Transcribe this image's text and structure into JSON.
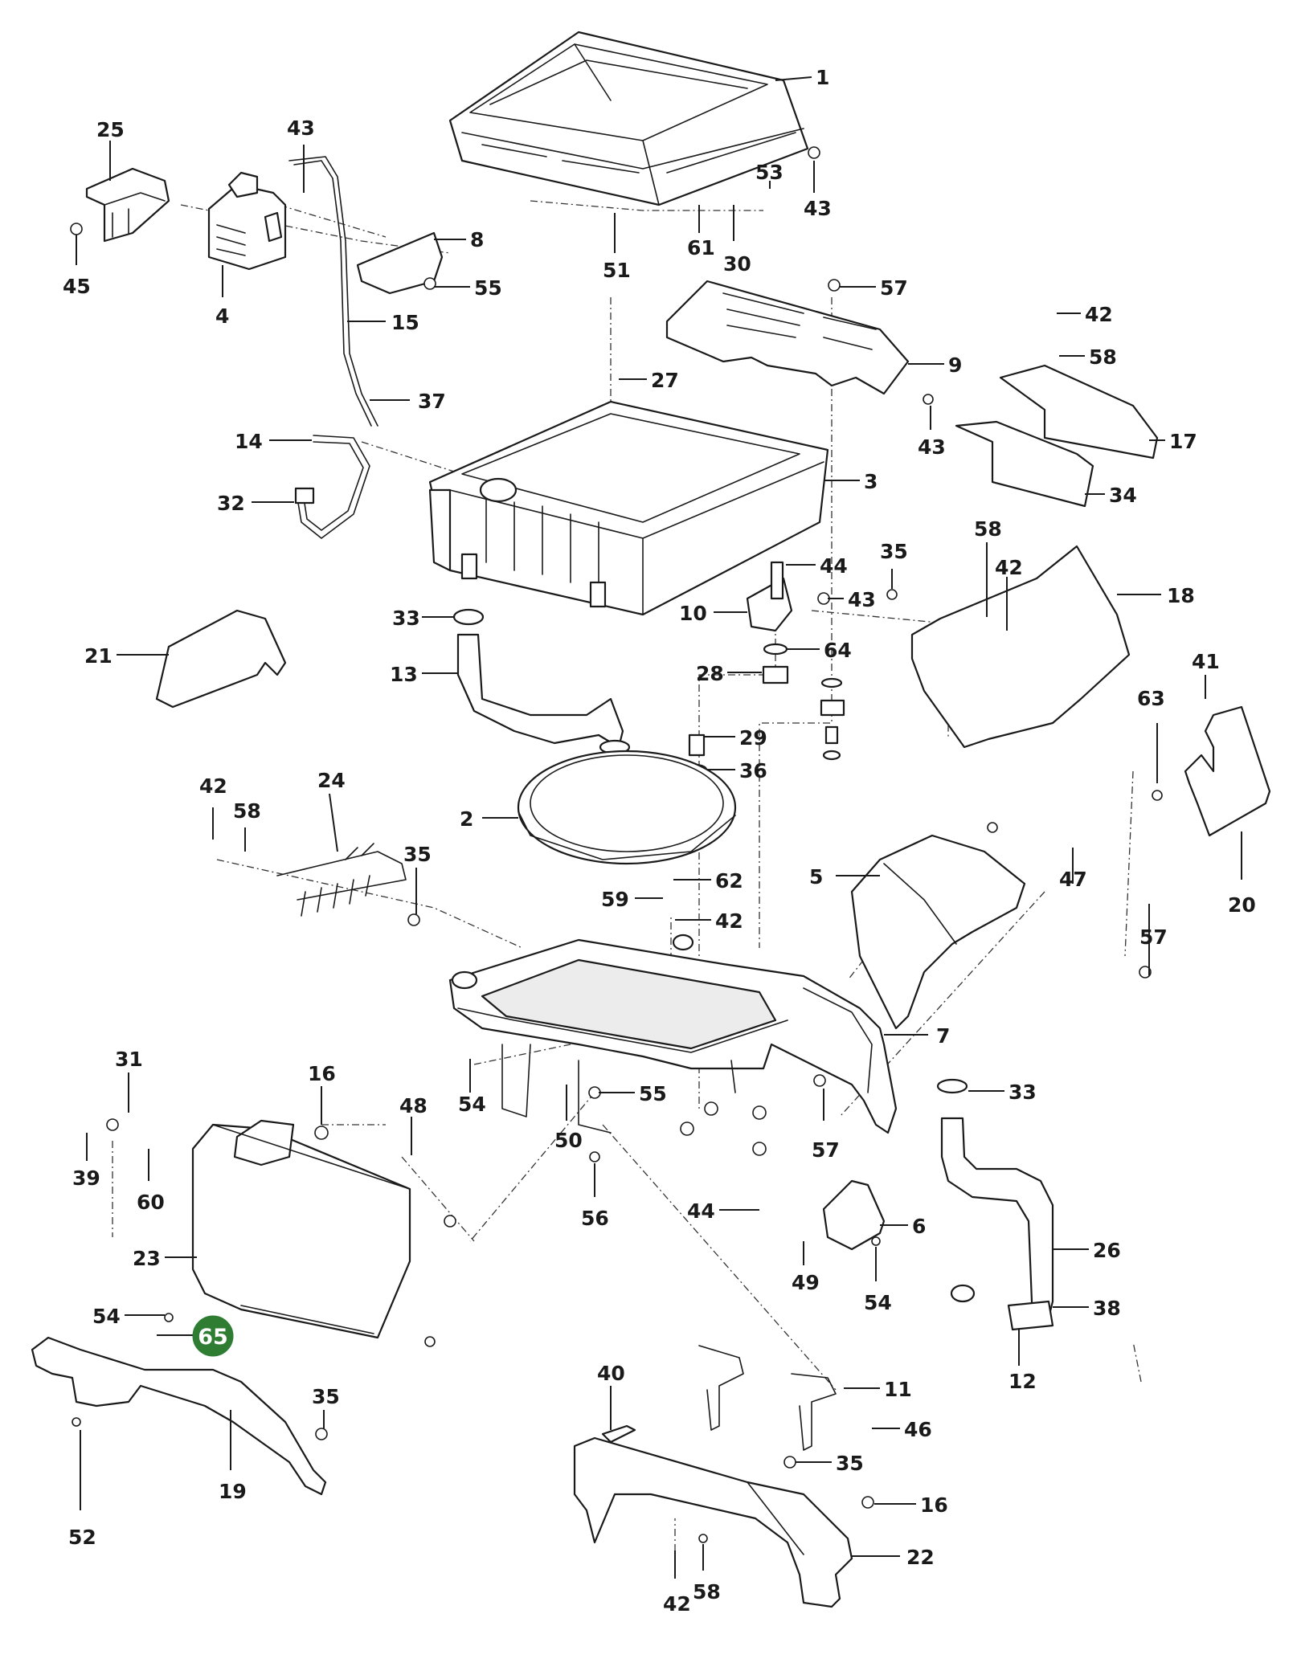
{
  "diagram": {
    "highlight": {
      "part_number": "65",
      "color": "#2e7d32"
    },
    "callouts": [
      {
        "id": "c1",
        "text": "1"
      },
      {
        "id": "c43a",
        "text": "43"
      },
      {
        "id": "c53",
        "text": "53"
      },
      {
        "id": "c61",
        "text": "61"
      },
      {
        "id": "c30",
        "text": "30"
      },
      {
        "id": "c51",
        "text": "51"
      },
      {
        "id": "c25",
        "text": "25"
      },
      {
        "id": "c43b",
        "text": "43"
      },
      {
        "id": "c8",
        "text": "8"
      },
      {
        "id": "c55a",
        "text": "55"
      },
      {
        "id": "c45",
        "text": "45"
      },
      {
        "id": "c4",
        "text": "4"
      },
      {
        "id": "c15",
        "text": "15"
      },
      {
        "id": "c37",
        "text": "37"
      },
      {
        "id": "c57a",
        "text": "57"
      },
      {
        "id": "c9",
        "text": "9"
      },
      {
        "id": "c43c",
        "text": "43"
      },
      {
        "id": "c42a",
        "text": "42"
      },
      {
        "id": "c58a",
        "text": "58"
      },
      {
        "id": "c17",
        "text": "17"
      },
      {
        "id": "c34",
        "text": "34"
      },
      {
        "id": "c27",
        "text": "27"
      },
      {
        "id": "c14",
        "text": "14"
      },
      {
        "id": "c32",
        "text": "32"
      },
      {
        "id": "c3",
        "text": "3"
      },
      {
        "id": "c44a",
        "text": "44"
      },
      {
        "id": "c43d",
        "text": "43"
      },
      {
        "id": "c10",
        "text": "10"
      },
      {
        "id": "c64",
        "text": "64"
      },
      {
        "id": "c28",
        "text": "28"
      },
      {
        "id": "c33a",
        "text": "33"
      },
      {
        "id": "c13",
        "text": "13"
      },
      {
        "id": "c21",
        "text": "21"
      },
      {
        "id": "c35a",
        "text": "35"
      },
      {
        "id": "c58b",
        "text": "58"
      },
      {
        "id": "c42b",
        "text": "42"
      },
      {
        "id": "c18",
        "text": "18"
      },
      {
        "id": "c41",
        "text": "41"
      },
      {
        "id": "c63",
        "text": "63"
      },
      {
        "id": "c29",
        "text": "29"
      },
      {
        "id": "c36",
        "text": "36"
      },
      {
        "id": "c2",
        "text": "2"
      },
      {
        "id": "c42c",
        "text": "42"
      },
      {
        "id": "c58c",
        "text": "58"
      },
      {
        "id": "c24",
        "text": "24"
      },
      {
        "id": "c35b",
        "text": "35"
      },
      {
        "id": "c62",
        "text": "62"
      },
      {
        "id": "c59",
        "text": "59"
      },
      {
        "id": "c42d",
        "text": "42"
      },
      {
        "id": "c5",
        "text": "5"
      },
      {
        "id": "c47",
        "text": "47"
      },
      {
        "id": "c20",
        "text": "20"
      },
      {
        "id": "c57b",
        "text": "57"
      },
      {
        "id": "c7",
        "text": "7"
      },
      {
        "id": "c31",
        "text": "31"
      },
      {
        "id": "c16a",
        "text": "16"
      },
      {
        "id": "c48",
        "text": "48"
      },
      {
        "id": "c54a",
        "text": "54"
      },
      {
        "id": "c55b",
        "text": "55"
      },
      {
        "id": "c50",
        "text": "50"
      },
      {
        "id": "c57c",
        "text": "57"
      },
      {
        "id": "c33b",
        "text": "33"
      },
      {
        "id": "c39",
        "text": "39"
      },
      {
        "id": "c60",
        "text": "60"
      },
      {
        "id": "c23",
        "text": "23"
      },
      {
        "id": "c56",
        "text": "56"
      },
      {
        "id": "c44b",
        "text": "44"
      },
      {
        "id": "c6",
        "text": "6"
      },
      {
        "id": "c49",
        "text": "49"
      },
      {
        "id": "c54b",
        "text": "54"
      },
      {
        "id": "c26",
        "text": "26"
      },
      {
        "id": "c38",
        "text": "38"
      },
      {
        "id": "c12",
        "text": "12"
      },
      {
        "id": "c54c",
        "text": "54"
      },
      {
        "id": "c40",
        "text": "40"
      },
      {
        "id": "c11",
        "text": "11"
      },
      {
        "id": "c46",
        "text": "46"
      },
      {
        "id": "c35c",
        "text": "35"
      },
      {
        "id": "c35d",
        "text": "35"
      },
      {
        "id": "c19",
        "text": "19"
      },
      {
        "id": "c52",
        "text": "52"
      },
      {
        "id": "c16b",
        "text": "16"
      },
      {
        "id": "c22",
        "text": "22"
      },
      {
        "id": "c42e",
        "text": "42"
      },
      {
        "id": "c58d",
        "text": "58"
      }
    ]
  }
}
